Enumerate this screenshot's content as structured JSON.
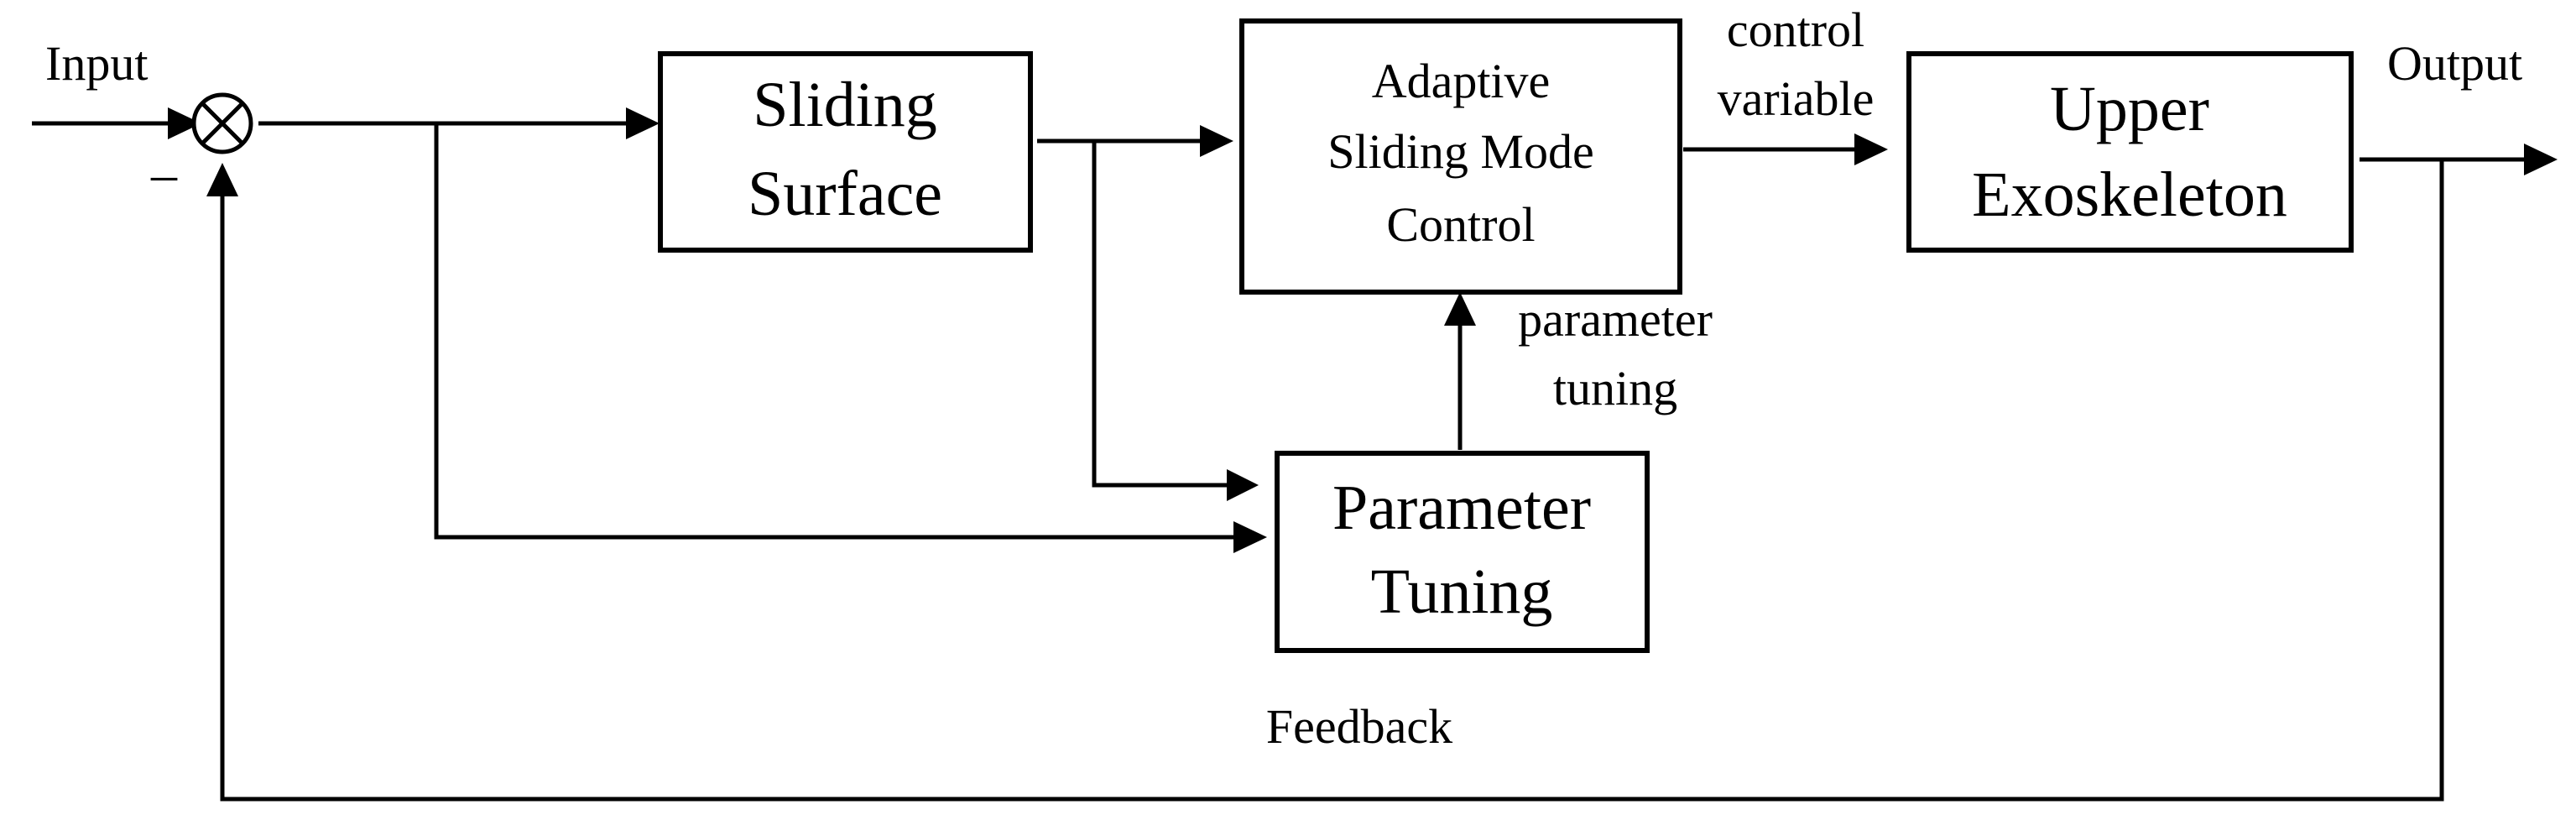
{
  "blocks": {
    "sliding_surface": [
      "Sliding",
      "Surface"
    ],
    "asmc": [
      "Adaptive",
      "Sliding Mode",
      "Control"
    ],
    "upper_exoskeleton": [
      "Upper",
      "Exoskeleton"
    ],
    "parameter_tuning": [
      "Parameter",
      "Tuning"
    ]
  },
  "signals": {
    "input": "Input",
    "output": "Output",
    "control_variable": [
      "control",
      "variable"
    ],
    "parameter_tuning": [
      "parameter",
      "tuning"
    ],
    "feedback": "Feedback",
    "summing_sign": "–"
  }
}
